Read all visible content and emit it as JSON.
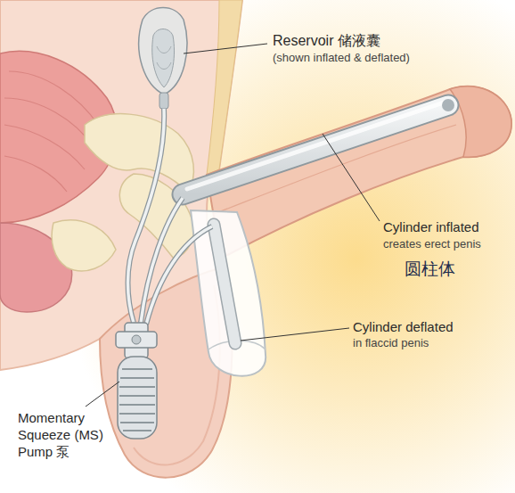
{
  "diagram": {
    "labels": [
      "Reservoir 储液囊",
      "(shown inflated & deflated)",
      "Cylinder inflated",
      "creates erect penis",
      "圆柱体",
      "Cylinder deflated",
      "in flaccid penis",
      "Momentary Squeeze (MS) Pump 泵"
    ]
  }
}
